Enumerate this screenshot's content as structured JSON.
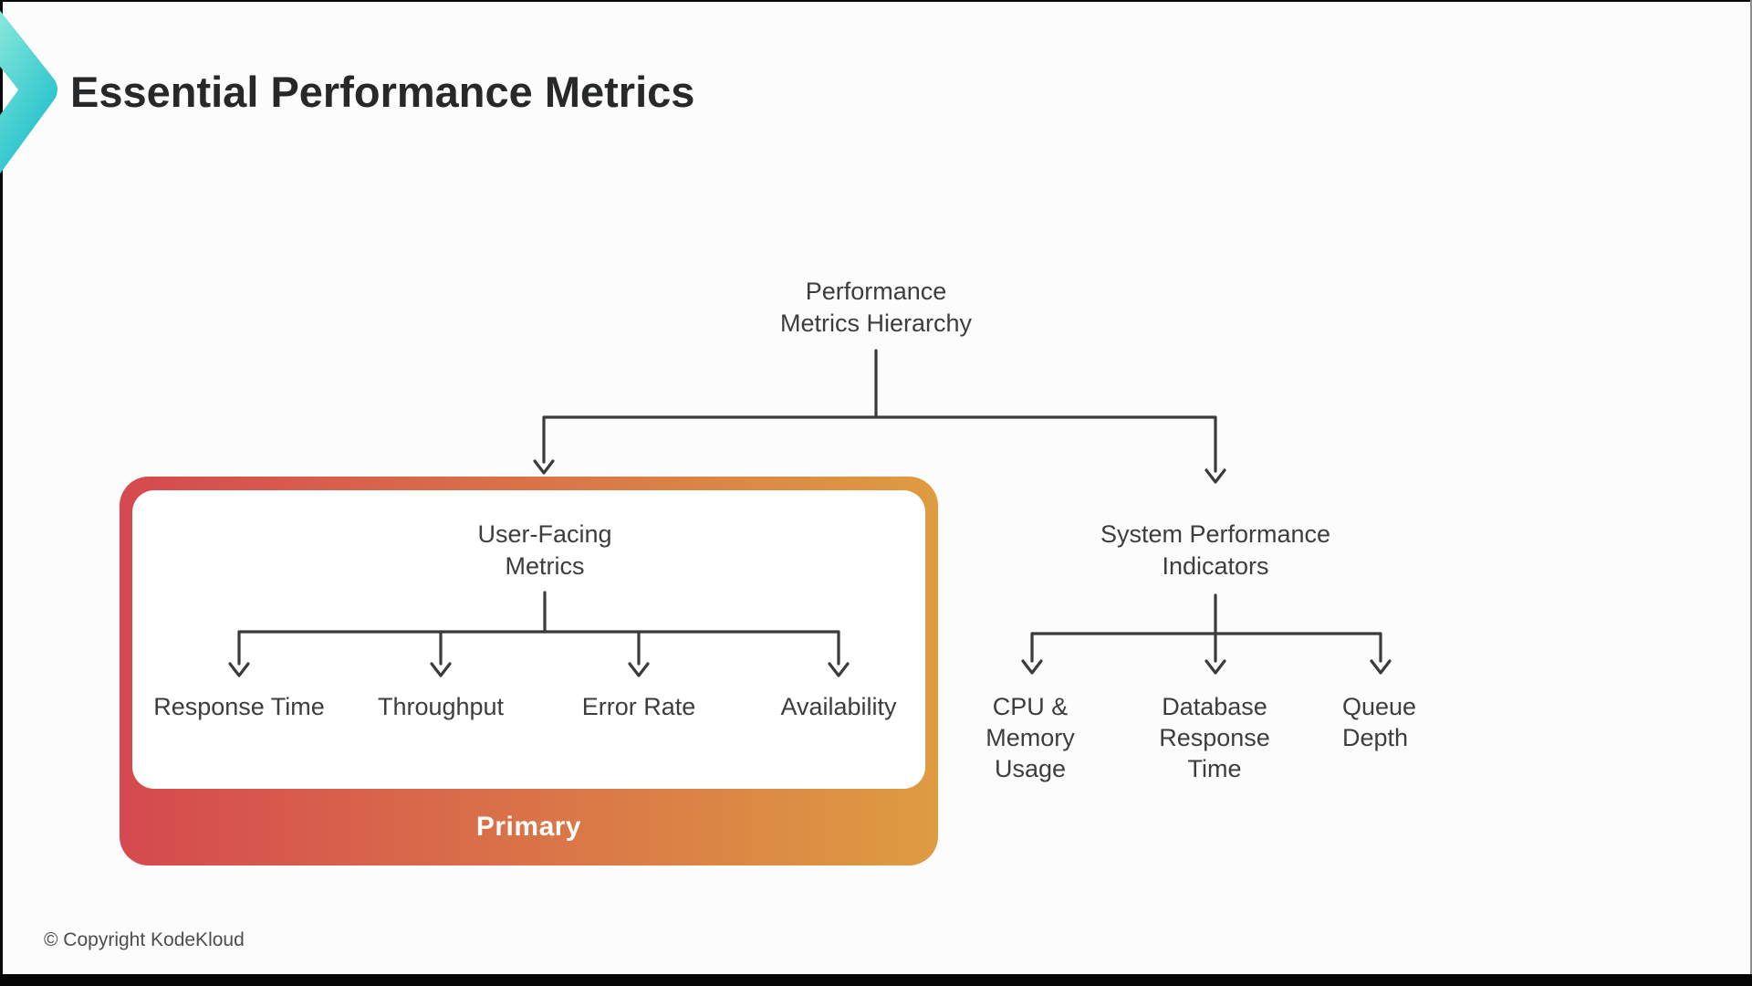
{
  "header": {
    "title": "Essential Performance Metrics"
  },
  "diagram": {
    "root": {
      "label": "Performance\nMetrics Hierarchy"
    },
    "branches": [
      {
        "label": "User-Facing\nMetrics",
        "tag": "Primary",
        "children": [
          "Response Time",
          "Throughput",
          "Error Rate",
          "Availability"
        ]
      },
      {
        "label": "System Performance\nIndicators",
        "children": [
          "CPU &\nMemory\nUsage",
          "Database\nResponse\nTime",
          "Queue\nDepth"
        ]
      }
    ],
    "colors": {
      "box_gradient_start": "#d5494f",
      "box_gradient_end": "#de9c41",
      "connector_line": "#3b3b3b",
      "logo_teal_light": "#90ebdc",
      "logo_teal_dark": "#2cc5cd"
    }
  },
  "footer": {
    "copyright": "© Copyright KodeKloud"
  }
}
